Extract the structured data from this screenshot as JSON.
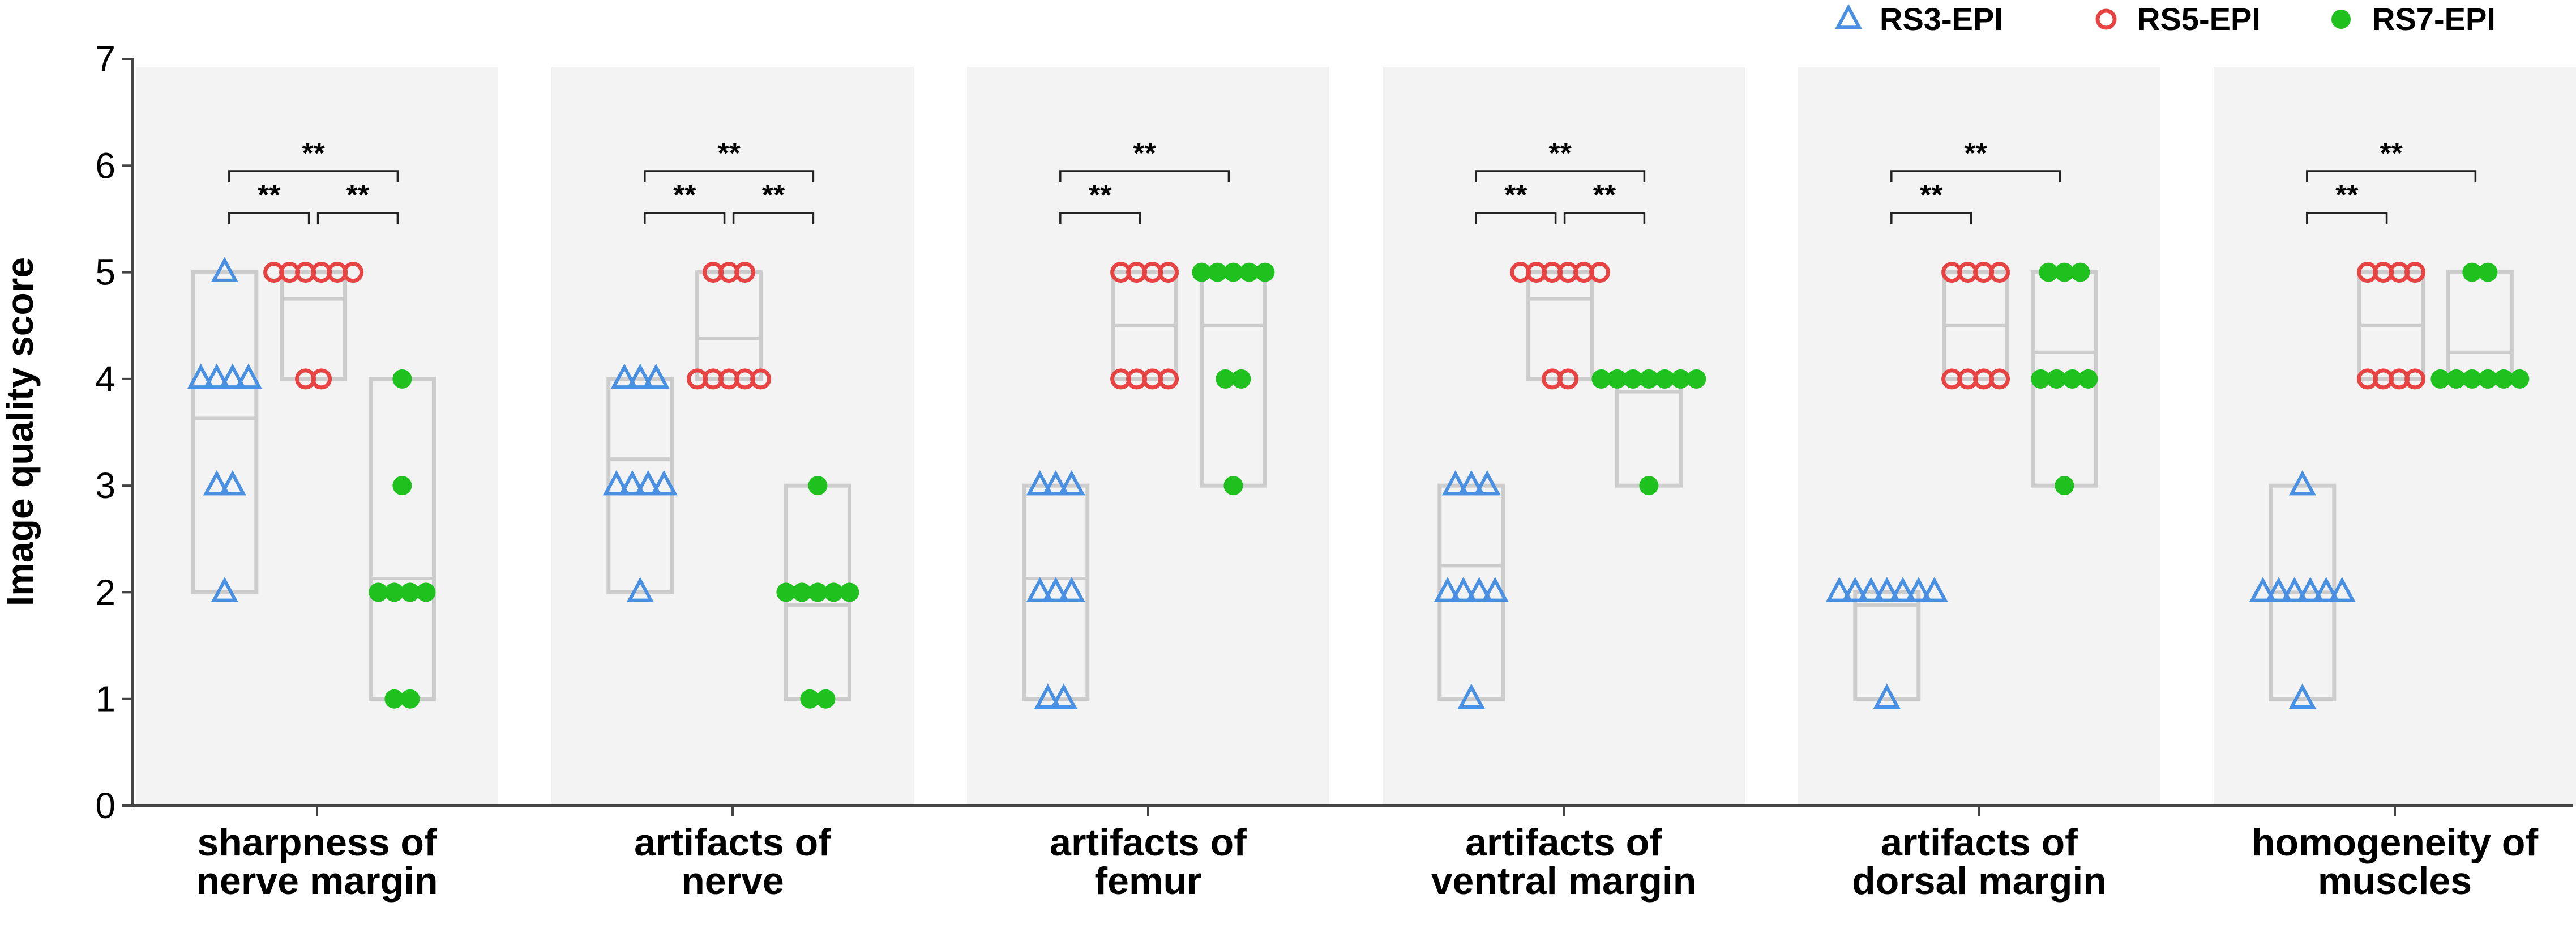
{
  "chart_data": {
    "type": "scatter",
    "ylabel": "Image quality score",
    "ylim": [
      0,
      7
    ],
    "yticks": [
      "0",
      "1",
      "2",
      "3",
      "4",
      "5",
      "6",
      "7"
    ],
    "legend_position": "top-right",
    "series_names": [
      "RS3-EPI",
      "RS5-EPI",
      "RS7-EPI"
    ],
    "series_colors": [
      "#4a90e2",
      "#e84343",
      "#1ec11e"
    ],
    "series_markers": [
      "open-triangle",
      "open-circle",
      "filled-circle"
    ],
    "box_color": "#cccccc",
    "panel_color": "#f3f3f3",
    "categories": [
      {
        "label_lines": [
          "sharpness of",
          "nerve margin"
        ],
        "groups": [
          {
            "values": [
              2,
              3,
              3,
              4,
              4,
              4,
              4,
              5
            ],
            "box": [
              2,
              5
            ],
            "median": 3.63
          },
          {
            "values": [
              4,
              4,
              5,
              5,
              5,
              5,
              5,
              5
            ],
            "box": [
              4,
              5
            ],
            "median": 4.75
          },
          {
            "values": [
              1,
              1,
              2,
              2,
              2,
              2,
              3,
              4
            ],
            "box": [
              1,
              4
            ],
            "median": 2.13
          }
        ],
        "significance": [
          {
            "from": 0,
            "to": 1,
            "label": "**",
            "level": 1
          },
          {
            "from": 1,
            "to": 2,
            "label": "**",
            "level": 1
          },
          {
            "from": 0,
            "to": 2,
            "label": "**",
            "level": 2
          }
        ]
      },
      {
        "label_lines": [
          "artifacts of",
          "nerve"
        ],
        "groups": [
          {
            "values": [
              2,
              3,
              3,
              3,
              3,
              4,
              4,
              4
            ],
            "box": [
              2,
              4
            ],
            "median": 3.25
          },
          {
            "values": [
              4,
              4,
              4,
              4,
              4,
              5,
              5,
              5
            ],
            "box": [
              4,
              5
            ],
            "median": 4.38
          },
          {
            "values": [
              1,
              1,
              2,
              2,
              2,
              2,
              2,
              3
            ],
            "box": [
              1,
              3
            ],
            "median": 1.88
          }
        ],
        "significance": [
          {
            "from": 0,
            "to": 1,
            "label": "**",
            "level": 1
          },
          {
            "from": 1,
            "to": 2,
            "label": "**",
            "level": 1
          },
          {
            "from": 0,
            "to": 2,
            "label": "**",
            "level": 2
          }
        ]
      },
      {
        "label_lines": [
          "artifacts of",
          "femur"
        ],
        "groups": [
          {
            "values": [
              1,
              1,
              2,
              2,
              2,
              3,
              3,
              3
            ],
            "box": [
              1,
              3
            ],
            "median": 2.13
          },
          {
            "values": [
              4,
              4,
              4,
              4,
              5,
              5,
              5,
              5
            ],
            "box": [
              4,
              5
            ],
            "median": 4.5
          },
          {
            "values": [
              3,
              4,
              4,
              5,
              5,
              5,
              5,
              5
            ],
            "box": [
              3,
              5
            ],
            "median": 4.5
          }
        ],
        "significance": [
          {
            "from": 0,
            "to": 1,
            "label": "**",
            "level": 1
          },
          {
            "from": 0,
            "to": 2,
            "label": "**",
            "level": 2
          }
        ]
      },
      {
        "label_lines": [
          "artifacts of",
          "ventral margin"
        ],
        "groups": [
          {
            "values": [
              1,
              2,
              2,
              2,
              2,
              3,
              3,
              3
            ],
            "box": [
              1,
              3
            ],
            "median": 2.25
          },
          {
            "values": [
              4,
              4,
              5,
              5,
              5,
              5,
              5,
              5
            ],
            "box": [
              4,
              5
            ],
            "median": 4.75
          },
          {
            "values": [
              3,
              4,
              4,
              4,
              4,
              4,
              4,
              4
            ],
            "box": [
              3,
              4
            ],
            "median": 3.88
          }
        ],
        "significance": [
          {
            "from": 0,
            "to": 1,
            "label": "**",
            "level": 1
          },
          {
            "from": 1,
            "to": 2,
            "label": "**",
            "level": 1
          },
          {
            "from": 0,
            "to": 2,
            "label": "**",
            "level": 2
          }
        ]
      },
      {
        "label_lines": [
          "artifacts of",
          "dorsal margin"
        ],
        "groups": [
          {
            "values": [
              1,
              2,
              2,
              2,
              2,
              2,
              2,
              2
            ],
            "box": [
              1,
              2
            ],
            "median": 1.88
          },
          {
            "values": [
              4,
              4,
              4,
              4,
              5,
              5,
              5,
              5
            ],
            "box": [
              4,
              5
            ],
            "median": 4.5
          },
          {
            "values": [
              3,
              4,
              4,
              4,
              4,
              5,
              5,
              5
            ],
            "box": [
              3,
              5
            ],
            "median": 4.25
          }
        ],
        "significance": [
          {
            "from": 0,
            "to": 1,
            "label": "**",
            "level": 1
          },
          {
            "from": 0,
            "to": 2,
            "label": "**",
            "level": 2
          }
        ]
      },
      {
        "label_lines": [
          "homogeneity of",
          "muscles"
        ],
        "groups": [
          {
            "values": [
              1,
              2,
              2,
              2,
              2,
              2,
              2,
              3
            ],
            "box": [
              1,
              3
            ],
            "median": 2.0
          },
          {
            "values": [
              4,
              4,
              4,
              4,
              5,
              5,
              5,
              5
            ],
            "box": [
              4,
              5
            ],
            "median": 4.5
          },
          {
            "values": [
              4,
              4,
              4,
              4,
              4,
              4,
              5,
              5
            ],
            "box": [
              4,
              5
            ],
            "median": 4.25
          }
        ],
        "significance": [
          {
            "from": 0,
            "to": 1,
            "label": "**",
            "level": 1
          },
          {
            "from": 0,
            "to": 2,
            "label": "**",
            "level": 2
          }
        ]
      }
    ]
  }
}
